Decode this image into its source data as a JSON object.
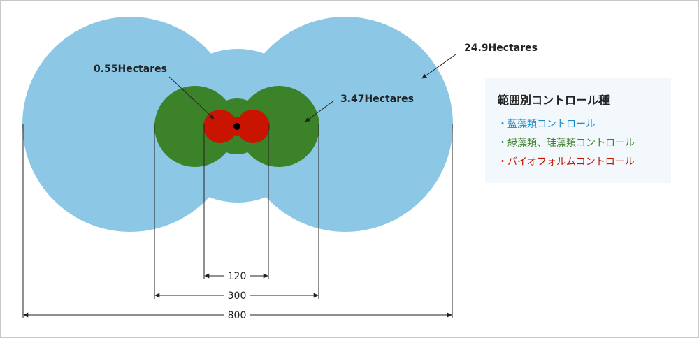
{
  "colors": {
    "algae_blue": "#8cc8e6",
    "green": "#3c8228",
    "red": "#c81400",
    "center_dot": "#000000",
    "line": "#222222",
    "legend_bg": "#f2f8fc"
  },
  "zones": [
    {
      "name": "algae",
      "area_label": "24.9Hectares",
      "width": 800,
      "color_key": "algae_blue"
    },
    {
      "name": "green_diatom",
      "area_label": "3.47Hectares",
      "width": 300,
      "color_key": "green"
    },
    {
      "name": "bioform",
      "area_label": "0.55Hectares",
      "width": 120,
      "color_key": "red"
    }
  ],
  "dimensions": [
    "120",
    "300",
    "800"
  ],
  "legend": {
    "title": "範囲別コントロール種",
    "items": [
      {
        "text": "・藍藻類コントロール",
        "color": "#1a8cc8"
      },
      {
        "text": "・緑藻類、珪藻類コントロール",
        "color": "#3c8228"
      },
      {
        "text": "・バイオフォルムコントロール",
        "color": "#c81400"
      }
    ]
  }
}
